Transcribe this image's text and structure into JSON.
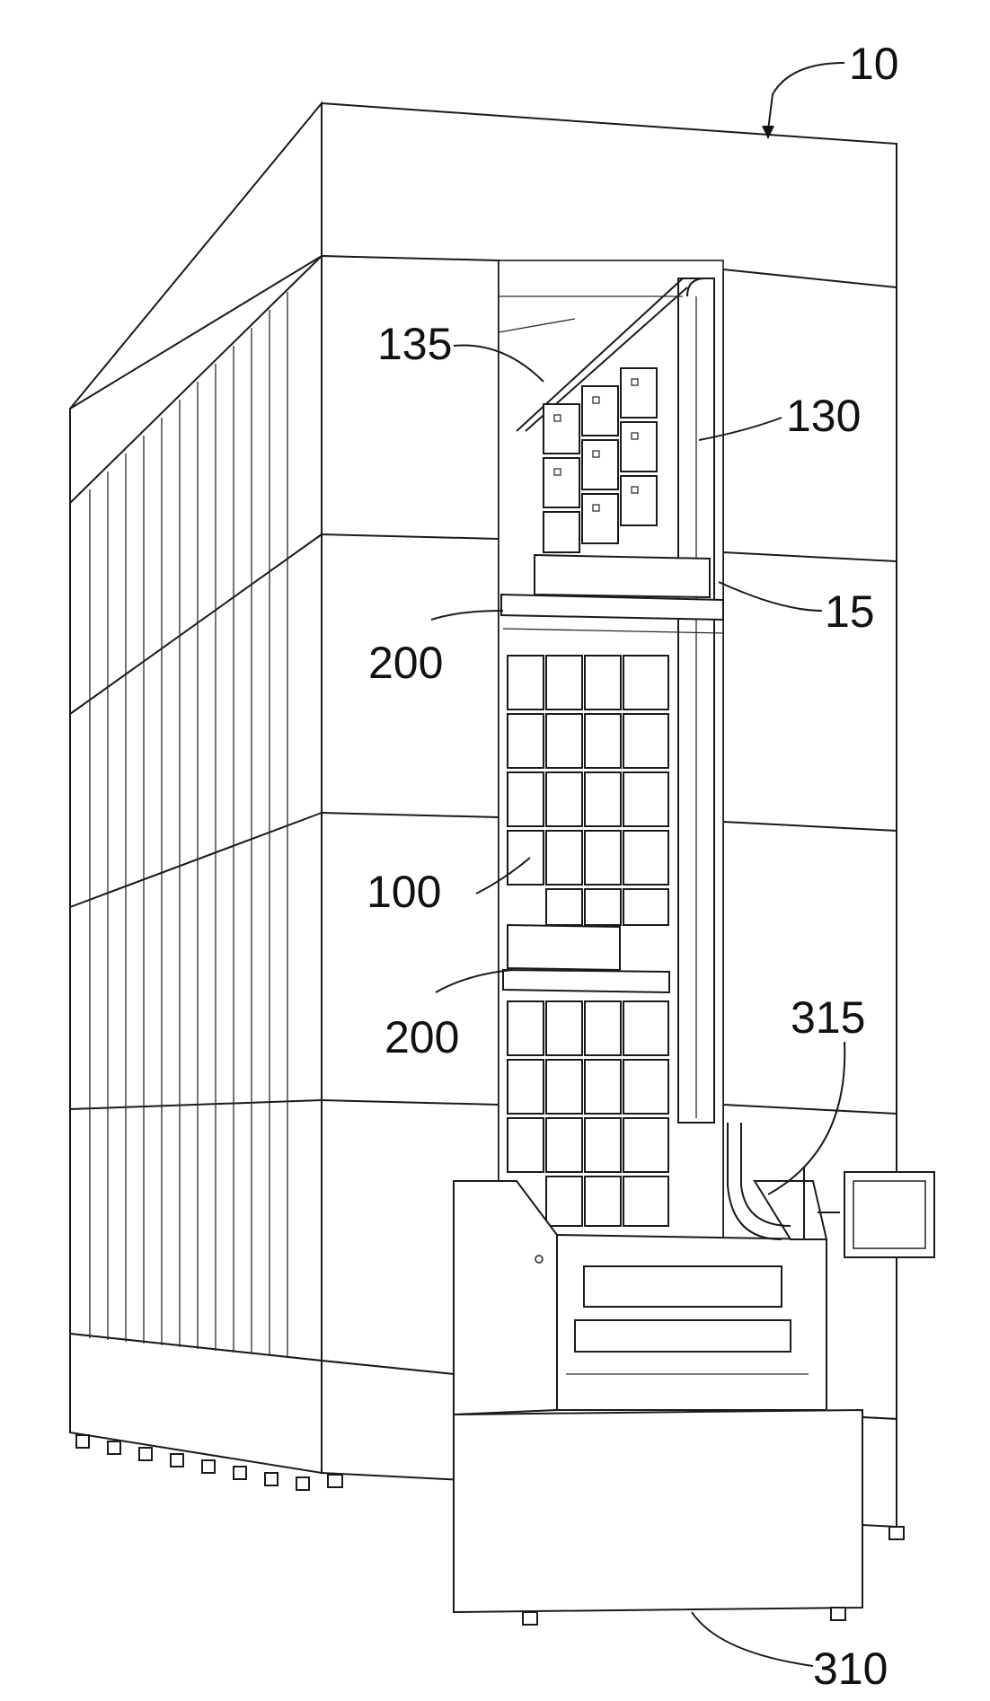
{
  "figure": {
    "reference_labels": [
      {
        "id": "apparatus",
        "text": "10"
      },
      {
        "id": "tray-track",
        "text": "135"
      },
      {
        "id": "column",
        "text": "130"
      },
      {
        "id": "lift-platform",
        "text": "15"
      },
      {
        "id": "tray-upper",
        "text": "200"
      },
      {
        "id": "storage-bins",
        "text": "100"
      },
      {
        "id": "tray-lower",
        "text": "200"
      },
      {
        "id": "rail",
        "text": "315"
      },
      {
        "id": "workstation",
        "text": "310"
      }
    ]
  }
}
